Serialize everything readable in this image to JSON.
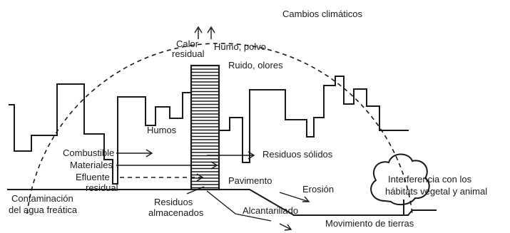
{
  "labels": {
    "climate": "Cambios climáticos",
    "heat_line1": "Calor",
    "heat_line2": "residual",
    "smoke_dust": "Humo, polvo",
    "noise_odors": "Ruido, olores",
    "fumes": "Humos",
    "fuel": "Combustible",
    "materials": "Materiales",
    "effluent_line1": "Efluente",
    "effluent_line2": "residual",
    "solid_waste": "Residuos sólidos",
    "pavement": "Pavimento",
    "erosion": "Erosión",
    "habitat_line1": "Interferencia con los",
    "habitat_line2": "hábitats vegetal y animal",
    "groundwater_line1": "Contaminación",
    "groundwater_line2": "del agua freática",
    "stored_line1": "Residuos",
    "stored_line2": "almacenados",
    "sewer": "Alcantarillado",
    "earthworks": "Movimiento de tierras"
  }
}
